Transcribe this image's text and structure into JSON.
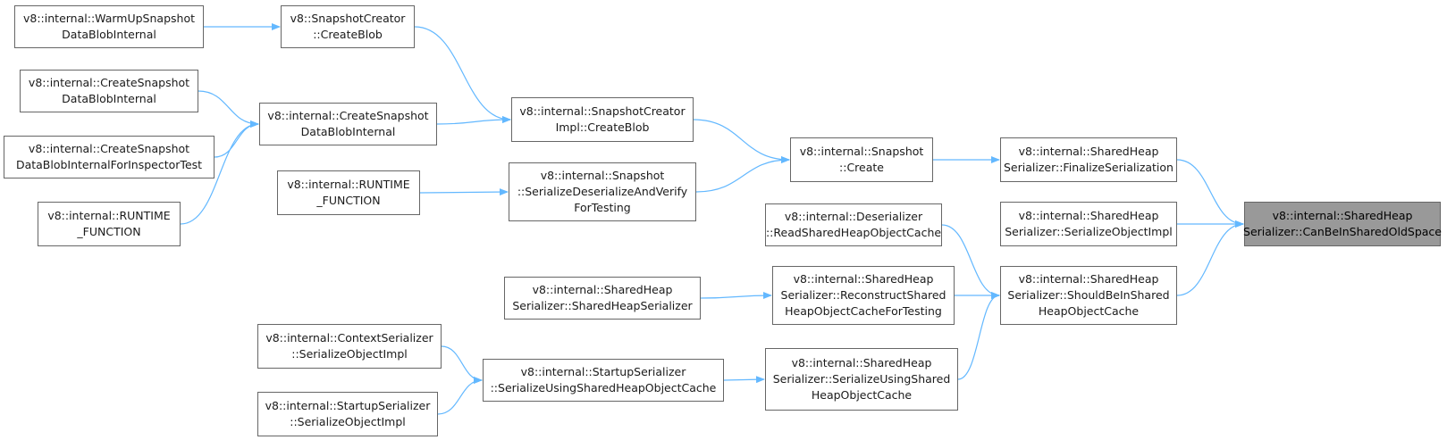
{
  "colors": {
    "edge": "#63b8ff",
    "node_border": "#666666",
    "node_fill": "#ffffff",
    "root_fill": "#999999"
  },
  "nodes": [
    {
      "id": "n0",
      "lines": [
        "v8::internal::SharedHeap",
        "Serializer::CanBeInSharedOldSpace"
      ],
      "root": true
    },
    {
      "id": "n1",
      "lines": [
        "v8::internal::SharedHeap",
        "Serializer::FinalizeSerialization"
      ]
    },
    {
      "id": "n2",
      "lines": [
        "v8::internal::SharedHeap",
        "Serializer::SerializeObjectImpl"
      ]
    },
    {
      "id": "n3",
      "lines": [
        "v8::internal::SharedHeap",
        "Serializer::ShouldBeInShared",
        "HeapObjectCache"
      ]
    },
    {
      "id": "n4",
      "lines": [
        "v8::internal::Snapshot",
        "::Create"
      ]
    },
    {
      "id": "n5",
      "lines": [
        "v8::internal::SnapshotCreator",
        "Impl::CreateBlob"
      ]
    },
    {
      "id": "n6",
      "lines": [
        "v8::internal::Snapshot",
        "::SerializeDeserializeAndVerify",
        "ForTesting"
      ]
    },
    {
      "id": "n7",
      "lines": [
        "v8::SnapshotCreator",
        "::CreateBlob"
      ]
    },
    {
      "id": "n8",
      "lines": [
        "v8::internal::CreateSnapshot",
        "DataBlobInternal"
      ]
    },
    {
      "id": "n9",
      "lines": [
        "v8::internal::WarmUpSnapshot",
        "DataBlobInternal"
      ]
    },
    {
      "id": "n10",
      "lines": [
        "v8::internal::CreateSnapshot",
        "DataBlobInternal"
      ]
    },
    {
      "id": "n11",
      "lines": [
        "v8::internal::CreateSnapshot",
        "DataBlobInternalForInspectorTest"
      ]
    },
    {
      "id": "n12",
      "lines": [
        "v8::internal::RUNTIME",
        "_FUNCTION"
      ]
    },
    {
      "id": "n13",
      "lines": [
        "v8::internal::RUNTIME",
        "_FUNCTION"
      ]
    },
    {
      "id": "n14",
      "lines": [
        "v8::internal::Deserializer",
        "::ReadSharedHeapObjectCache"
      ]
    },
    {
      "id": "n15",
      "lines": [
        "v8::internal::SharedHeap",
        "Serializer::ReconstructShared",
        "HeapObjectCacheForTesting"
      ]
    },
    {
      "id": "n16",
      "lines": [
        "v8::internal::SharedHeap",
        "Serializer::SerializeUsingShared",
        "HeapObjectCache"
      ]
    },
    {
      "id": "n17",
      "lines": [
        "v8::internal::SharedHeap",
        "Serializer::SharedHeapSerializer"
      ]
    },
    {
      "id": "n18",
      "lines": [
        "v8::internal::StartupSerializer",
        "::SerializeUsingSharedHeapObjectCache"
      ]
    },
    {
      "id": "n19",
      "lines": [
        "v8::internal::ContextSerializer",
        "::SerializeObjectImpl"
      ]
    },
    {
      "id": "n20",
      "lines": [
        "v8::internal::StartupSerializer",
        "::SerializeObjectImpl"
      ]
    }
  ],
  "edges": [
    {
      "from": "n1",
      "to": "n0"
    },
    {
      "from": "n2",
      "to": "n0"
    },
    {
      "from": "n3",
      "to": "n0"
    },
    {
      "from": "n4",
      "to": "n1"
    },
    {
      "from": "n5",
      "to": "n4"
    },
    {
      "from": "n6",
      "to": "n4"
    },
    {
      "from": "n7",
      "to": "n5"
    },
    {
      "from": "n8",
      "to": "n5"
    },
    {
      "from": "n9",
      "to": "n7"
    },
    {
      "from": "n10",
      "to": "n8"
    },
    {
      "from": "n11",
      "to": "n8"
    },
    {
      "from": "n13",
      "to": "n8"
    },
    {
      "from": "n12",
      "to": "n6"
    },
    {
      "from": "n14",
      "to": "n3"
    },
    {
      "from": "n15",
      "to": "n3"
    },
    {
      "from": "n16",
      "to": "n3"
    },
    {
      "from": "n17",
      "to": "n15"
    },
    {
      "from": "n18",
      "to": "n16"
    },
    {
      "from": "n19",
      "to": "n18"
    },
    {
      "from": "n20",
      "to": "n18"
    }
  ]
}
